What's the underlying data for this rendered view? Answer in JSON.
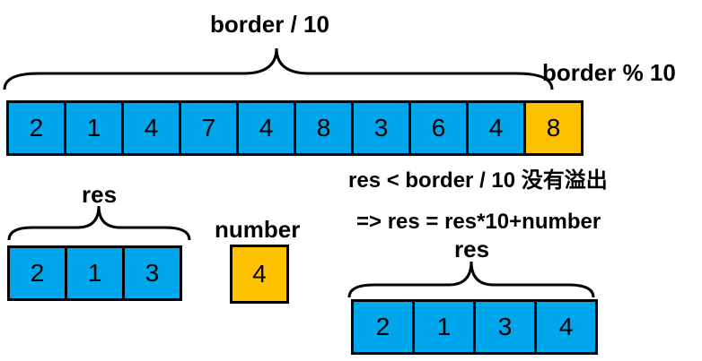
{
  "top": {
    "label": "border / 10",
    "mod_label": "border % 10",
    "digits": [
      "2",
      "1",
      "4",
      "7",
      "4",
      "8",
      "3",
      "6",
      "4"
    ],
    "last_digit": "8"
  },
  "res": {
    "label": "res",
    "digits": [
      "2",
      "1",
      "3"
    ]
  },
  "number": {
    "label": "number",
    "value": "4"
  },
  "conditions": {
    "line1": "res < border / 10 没有溢出",
    "line2": "=> res = res*10+number"
  },
  "result": {
    "label": "res",
    "digits": [
      "2",
      "1",
      "3",
      "4"
    ]
  },
  "colors": {
    "cell": "#00a6ec",
    "highlight": "#ffc000"
  }
}
